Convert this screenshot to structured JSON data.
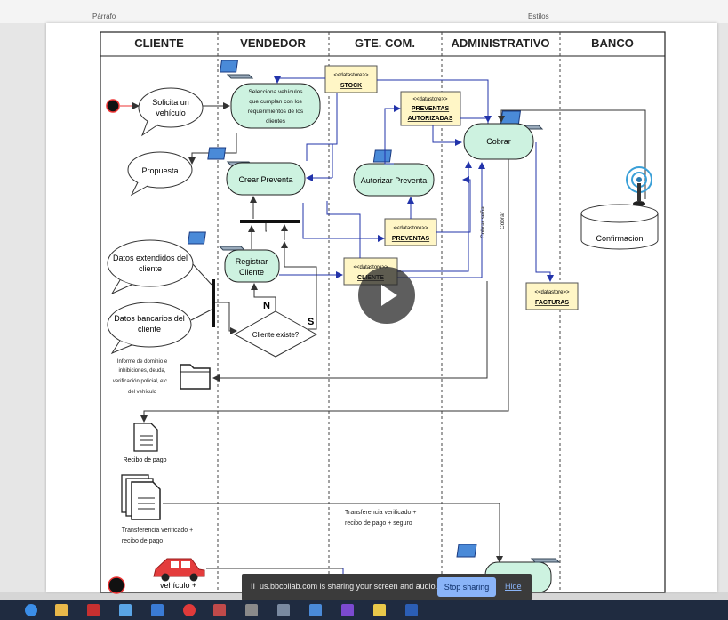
{
  "ribbon": {
    "group_parrafo": "Párrafo",
    "group_estilos": "Estilos"
  },
  "lanes": [
    "CLIENTE",
    "VENDEDOR",
    "GTE. COM.",
    "ADMINISTRATIVO",
    "BANCO"
  ],
  "nodes": {
    "solicita_1": "Solicita un",
    "solicita_2": "vehículo",
    "propuesta": "Propuesta",
    "datos_ext_1": "Datos extendidos del",
    "datos_ext_2": "cliente",
    "datos_banc_1": "Datos bancarios del",
    "datos_banc_2": "cliente",
    "informe_1": "Informe de dominio e",
    "informe_2": "inhibiciones, deuda,",
    "informe_3": "verificación policial, etc...",
    "informe_4": "del vehículo",
    "recibo": "Recibo de pago",
    "transf_1": "Transferencia verificado +",
    "transf_2": "recibo de pago",
    "vehiculo": "vehículo +",
    "selecciona_1": "Selecciona vehículos",
    "selecciona_2": "que cumplan con los",
    "selecciona_3": "requerimientos de los",
    "selecciona_4": "clientes",
    "crear_preventa": "Crear Preventa",
    "registrar_1": "Registrar",
    "registrar_2": "Cliente",
    "cliente_existe": "Cliente existe?",
    "n_label": "N",
    "s_label": "S",
    "autorizar_preventa": "Autorizar Preventa",
    "cobrar": "Cobrar",
    "confirmacion": "Confirmacion",
    "stereo": "<<datastore>>",
    "ds_stock": "STOCK",
    "ds_preventas_aut_1": "PREVENTAS",
    "ds_preventas_aut_2": "AUTORIZADAS",
    "ds_preventas": "PREVENTAS",
    "ds_cliente": "CLIENTE",
    "ds_facturas": "FACTURAS",
    "cobrar_sena": "Cobrar seña",
    "cobrar_label": "Cobrar",
    "transf_seguro_1": "Transferencia verificado +",
    "transf_seguro_2": "recibo de pago + seguro"
  },
  "share": {
    "message": "us.bbcollab.com is sharing your screen and audio.",
    "stop": "Stop sharing",
    "hide": "Hide",
    "pause": "II"
  },
  "colors": {
    "node_fill": "#cdf2e0",
    "datastore_fill": "#fff6c6",
    "arrow_blue": "#2233aa",
    "share_bar": "#3b3b3b"
  }
}
